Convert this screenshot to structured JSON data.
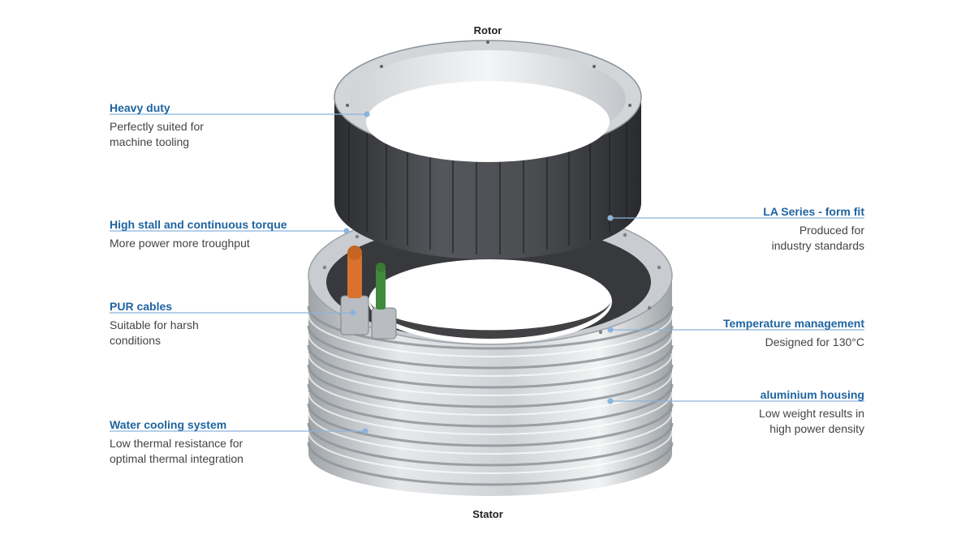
{
  "labels": {
    "top": "Rotor",
    "bottom": "Stator"
  },
  "colors": {
    "title_blue": "#1e64a0",
    "line_blue": "#8ab4dc",
    "text_gray": "#444444",
    "rotor_dark": "#3a3b3f",
    "metal_light": "#d9dcdf"
  },
  "callouts_left": [
    {
      "title": "Heavy duty",
      "desc": "Perfectly suited for\nmachine tooling"
    },
    {
      "title": "High stall and continuous torque",
      "desc": "More power more troughput"
    },
    {
      "title": "PUR cables",
      "desc": "Suitable for harsh\nconditions"
    },
    {
      "title": "Water cooling system",
      "desc": "Low thermal resistance for\noptimal thermal integration"
    }
  ],
  "callouts_right": [
    {
      "title": "LA Series - form fit",
      "desc": "Produced for\nindustry standards"
    },
    {
      "title": "Temperature management",
      "desc": "Designed for 130°C"
    },
    {
      "title": "aluminium housing",
      "desc": "Low weight results in\nhigh power density"
    }
  ]
}
